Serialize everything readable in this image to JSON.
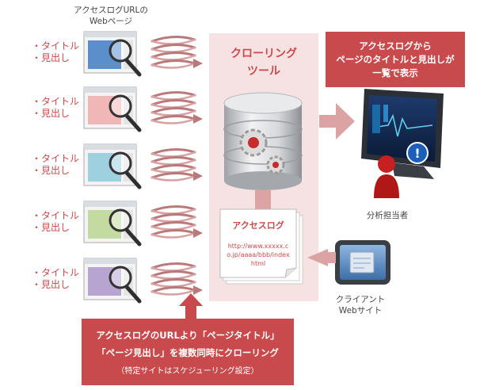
{
  "source_caption": [
    "アクセスログURLの",
    "Webページ"
  ],
  "item_labels": [
    "・タイトル",
    "・見出し"
  ],
  "crawler": {
    "title": [
      "クローリング",
      "ツール"
    ]
  },
  "log_document": {
    "title": "アクセスログ",
    "url_lines": [
      "http://www.xxxxx.c",
      "o.jp/aaaa/bbb/index",
      "html"
    ]
  },
  "top_box": {
    "lines": [
      "アクセスログから",
      "ページのタイトルと見出しが",
      "一覧で表示"
    ]
  },
  "analyst_label": "分析担当者",
  "client_label": [
    "クライアント",
    "Webサイト"
  ],
  "bottom_box": {
    "lines": [
      "アクセスログのURLより「ページタイトル」",
      "「ページ見出し」を複数同時にクローリング",
      "（特定サイトはスケジューリング設定）"
    ]
  },
  "colors": {
    "accent": "#c94a4c",
    "panel_bg": "#f6e2e3",
    "arrow_pink": "#dca3a5",
    "page_tints": [
      "#5b8fcc",
      "#f1b7b7",
      "#9fd0e0",
      "#c3dba0",
      "#b7a4d0"
    ]
  }
}
